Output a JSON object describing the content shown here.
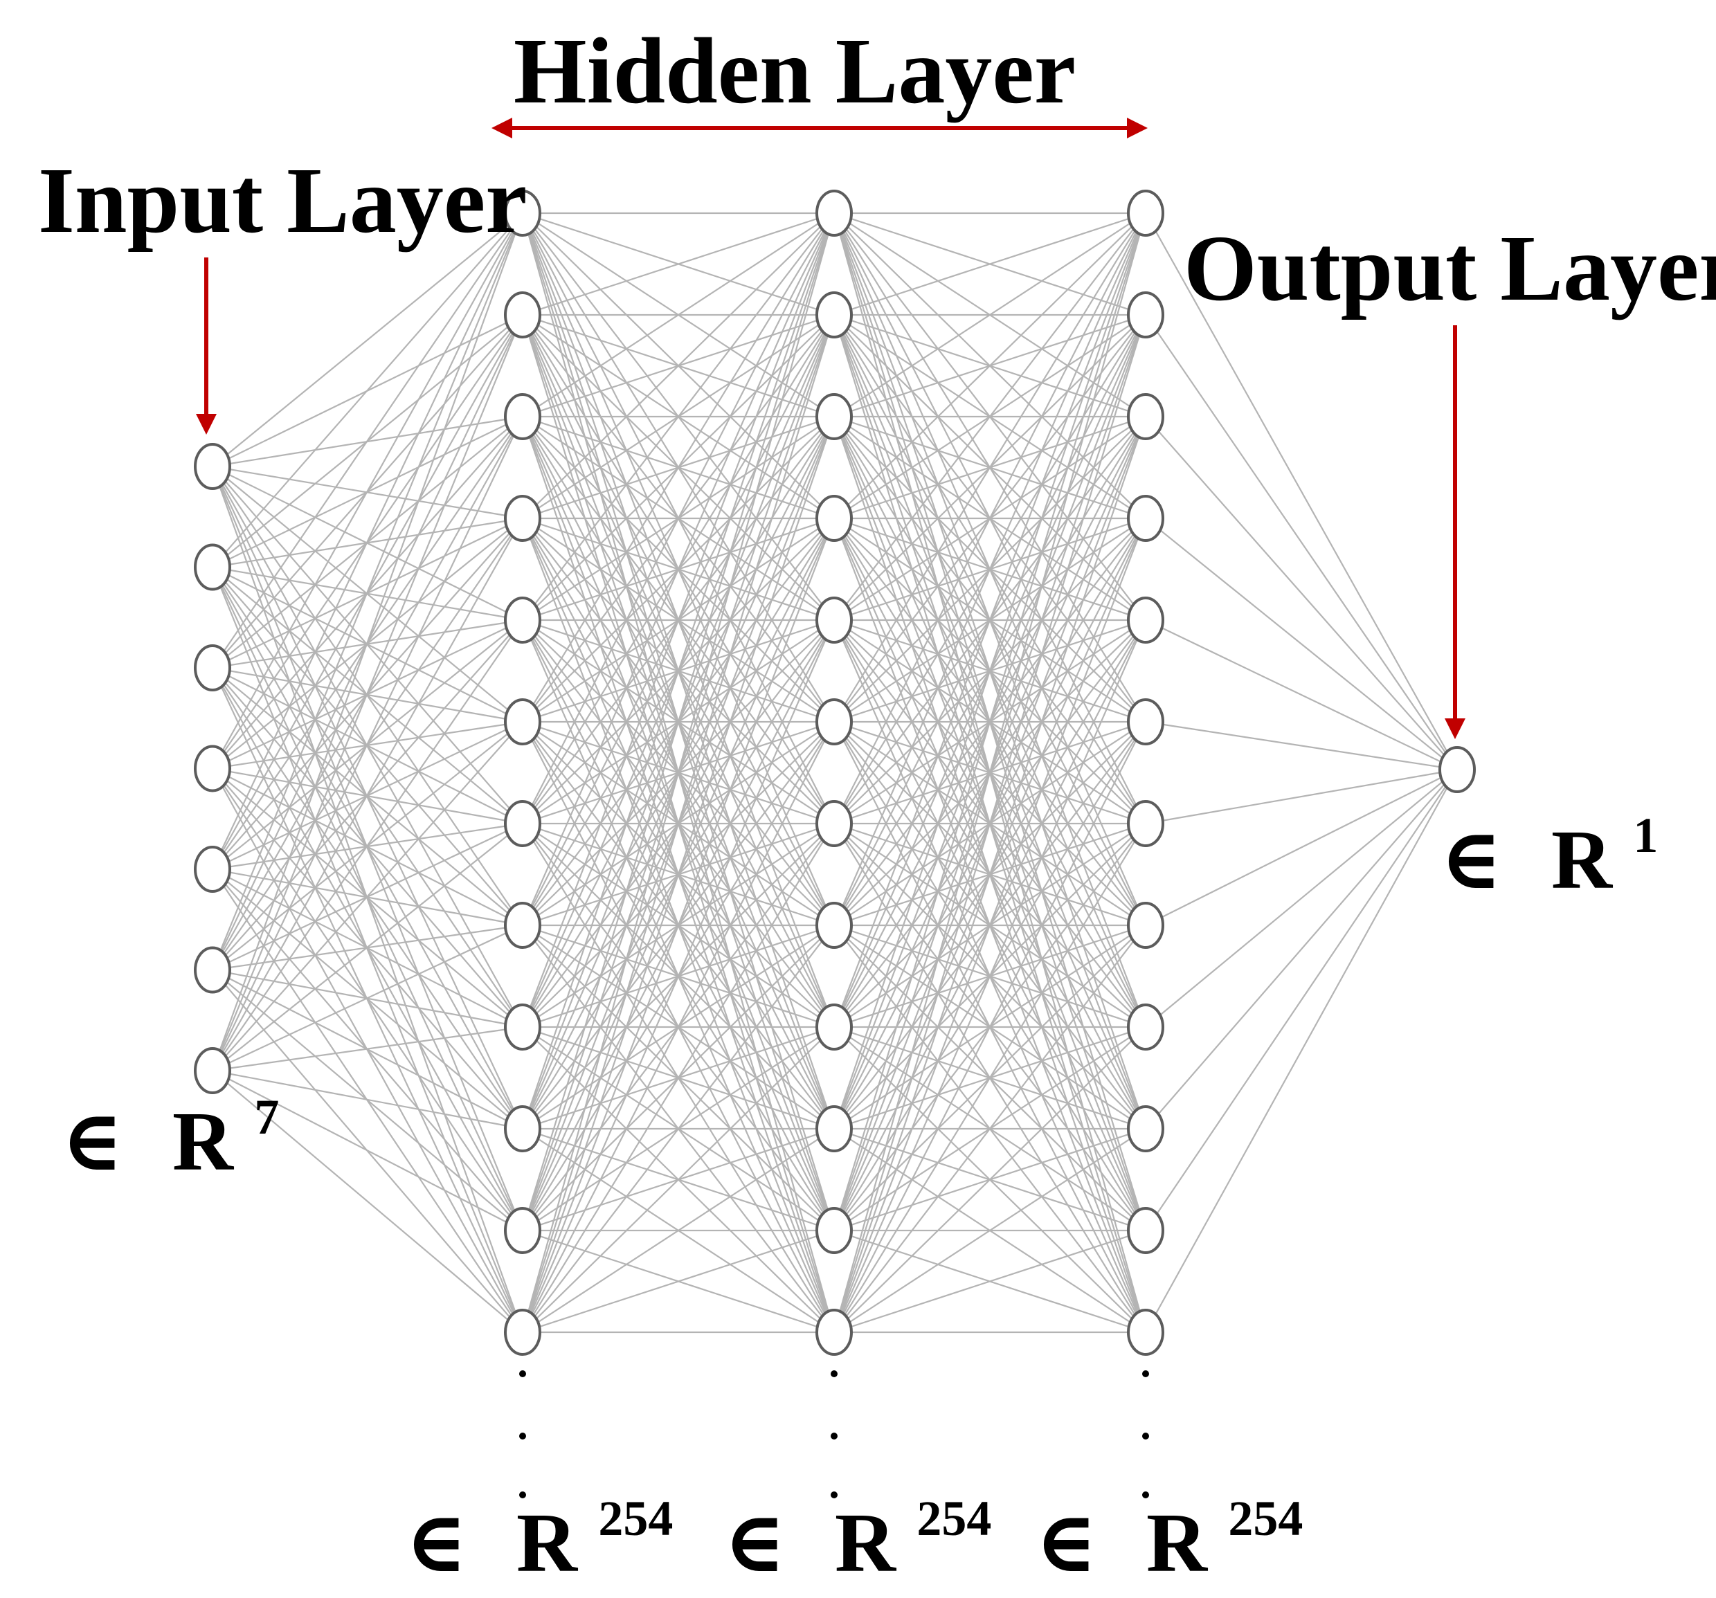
{
  "labels": {
    "input_title": "Input Layer",
    "hidden_title": "Hidden Layer",
    "output_title": "Output Layer"
  },
  "dims": {
    "symbol": "∈",
    "input": {
      "base": "R",
      "exp": "7"
    },
    "hidden1": {
      "base": "R",
      "exp": "254"
    },
    "hidden2": {
      "base": "R",
      "exp": "254"
    },
    "hidden3": {
      "base": "R",
      "exp": "254"
    },
    "output": {
      "base": "R",
      "exp": "1"
    }
  },
  "network": {
    "layers": [
      {
        "id": "input",
        "visible_nodes": 7
      },
      {
        "id": "hidden1",
        "visible_nodes": 12,
        "truncated": true
      },
      {
        "id": "hidden2",
        "visible_nodes": 12,
        "truncated": true
      },
      {
        "id": "hidden3",
        "visible_nodes": 12,
        "truncated": true
      },
      {
        "id": "output",
        "visible_nodes": 1
      }
    ],
    "connectivity": "fully-connected"
  },
  "colors": {
    "arrow": "#c00000",
    "edge": "#b4b4b4",
    "node_stroke": "#5c5c5c",
    "node_fill": "#ffffff",
    "text": "#000000"
  }
}
